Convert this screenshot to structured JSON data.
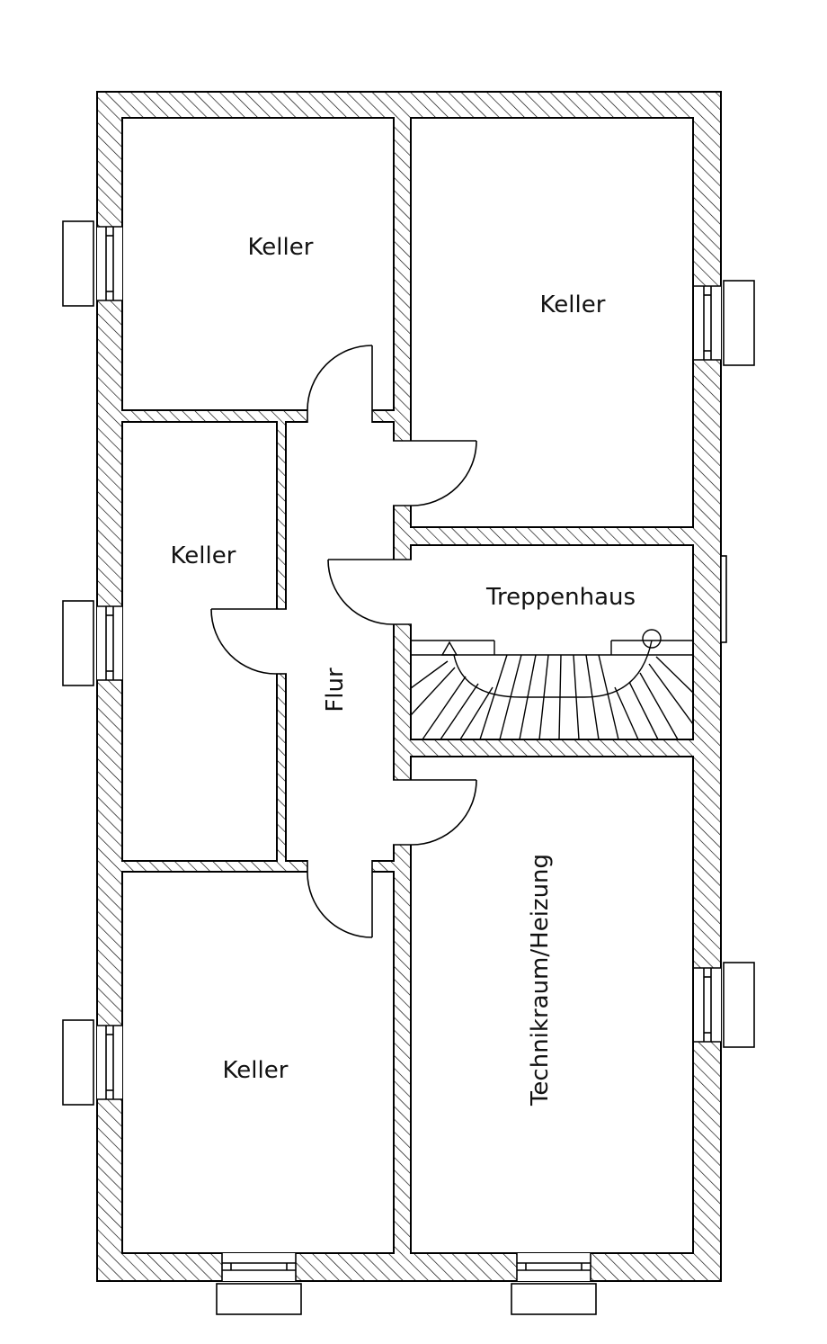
{
  "rooms": {
    "keller_top_left": "Keller",
    "keller_top_right": "Keller",
    "keller_mid_left": "Keller",
    "keller_bottom_left": "Keller",
    "treppenhaus": "Treppenhaus",
    "flur": "Flur",
    "technik": "Technikraum/Heizung"
  },
  "colors": {
    "line": "#000000",
    "background": "#ffffff"
  }
}
